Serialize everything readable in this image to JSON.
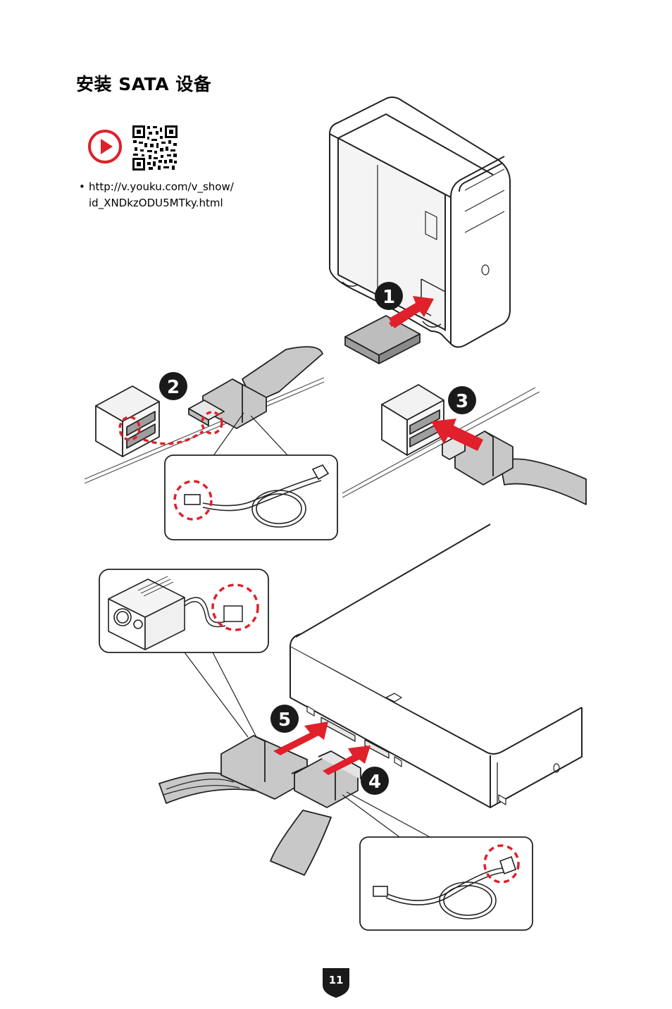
{
  "page": {
    "title": "安装 SATA 设备",
    "link_line1": "http://v.youku.com/v_show/",
    "link_line2": "id_XNDkzODU5MTky.html",
    "page_number": "11"
  },
  "steps": [
    "1",
    "2",
    "3",
    "4",
    "5"
  ],
  "colors": {
    "accent_red": "#e0202a",
    "dark": "#1a1a1a",
    "cable_gray": "#c8c8c8",
    "line": "#222222"
  },
  "icons": [
    "play-icon",
    "qr-code",
    "page-shield-icon"
  ]
}
